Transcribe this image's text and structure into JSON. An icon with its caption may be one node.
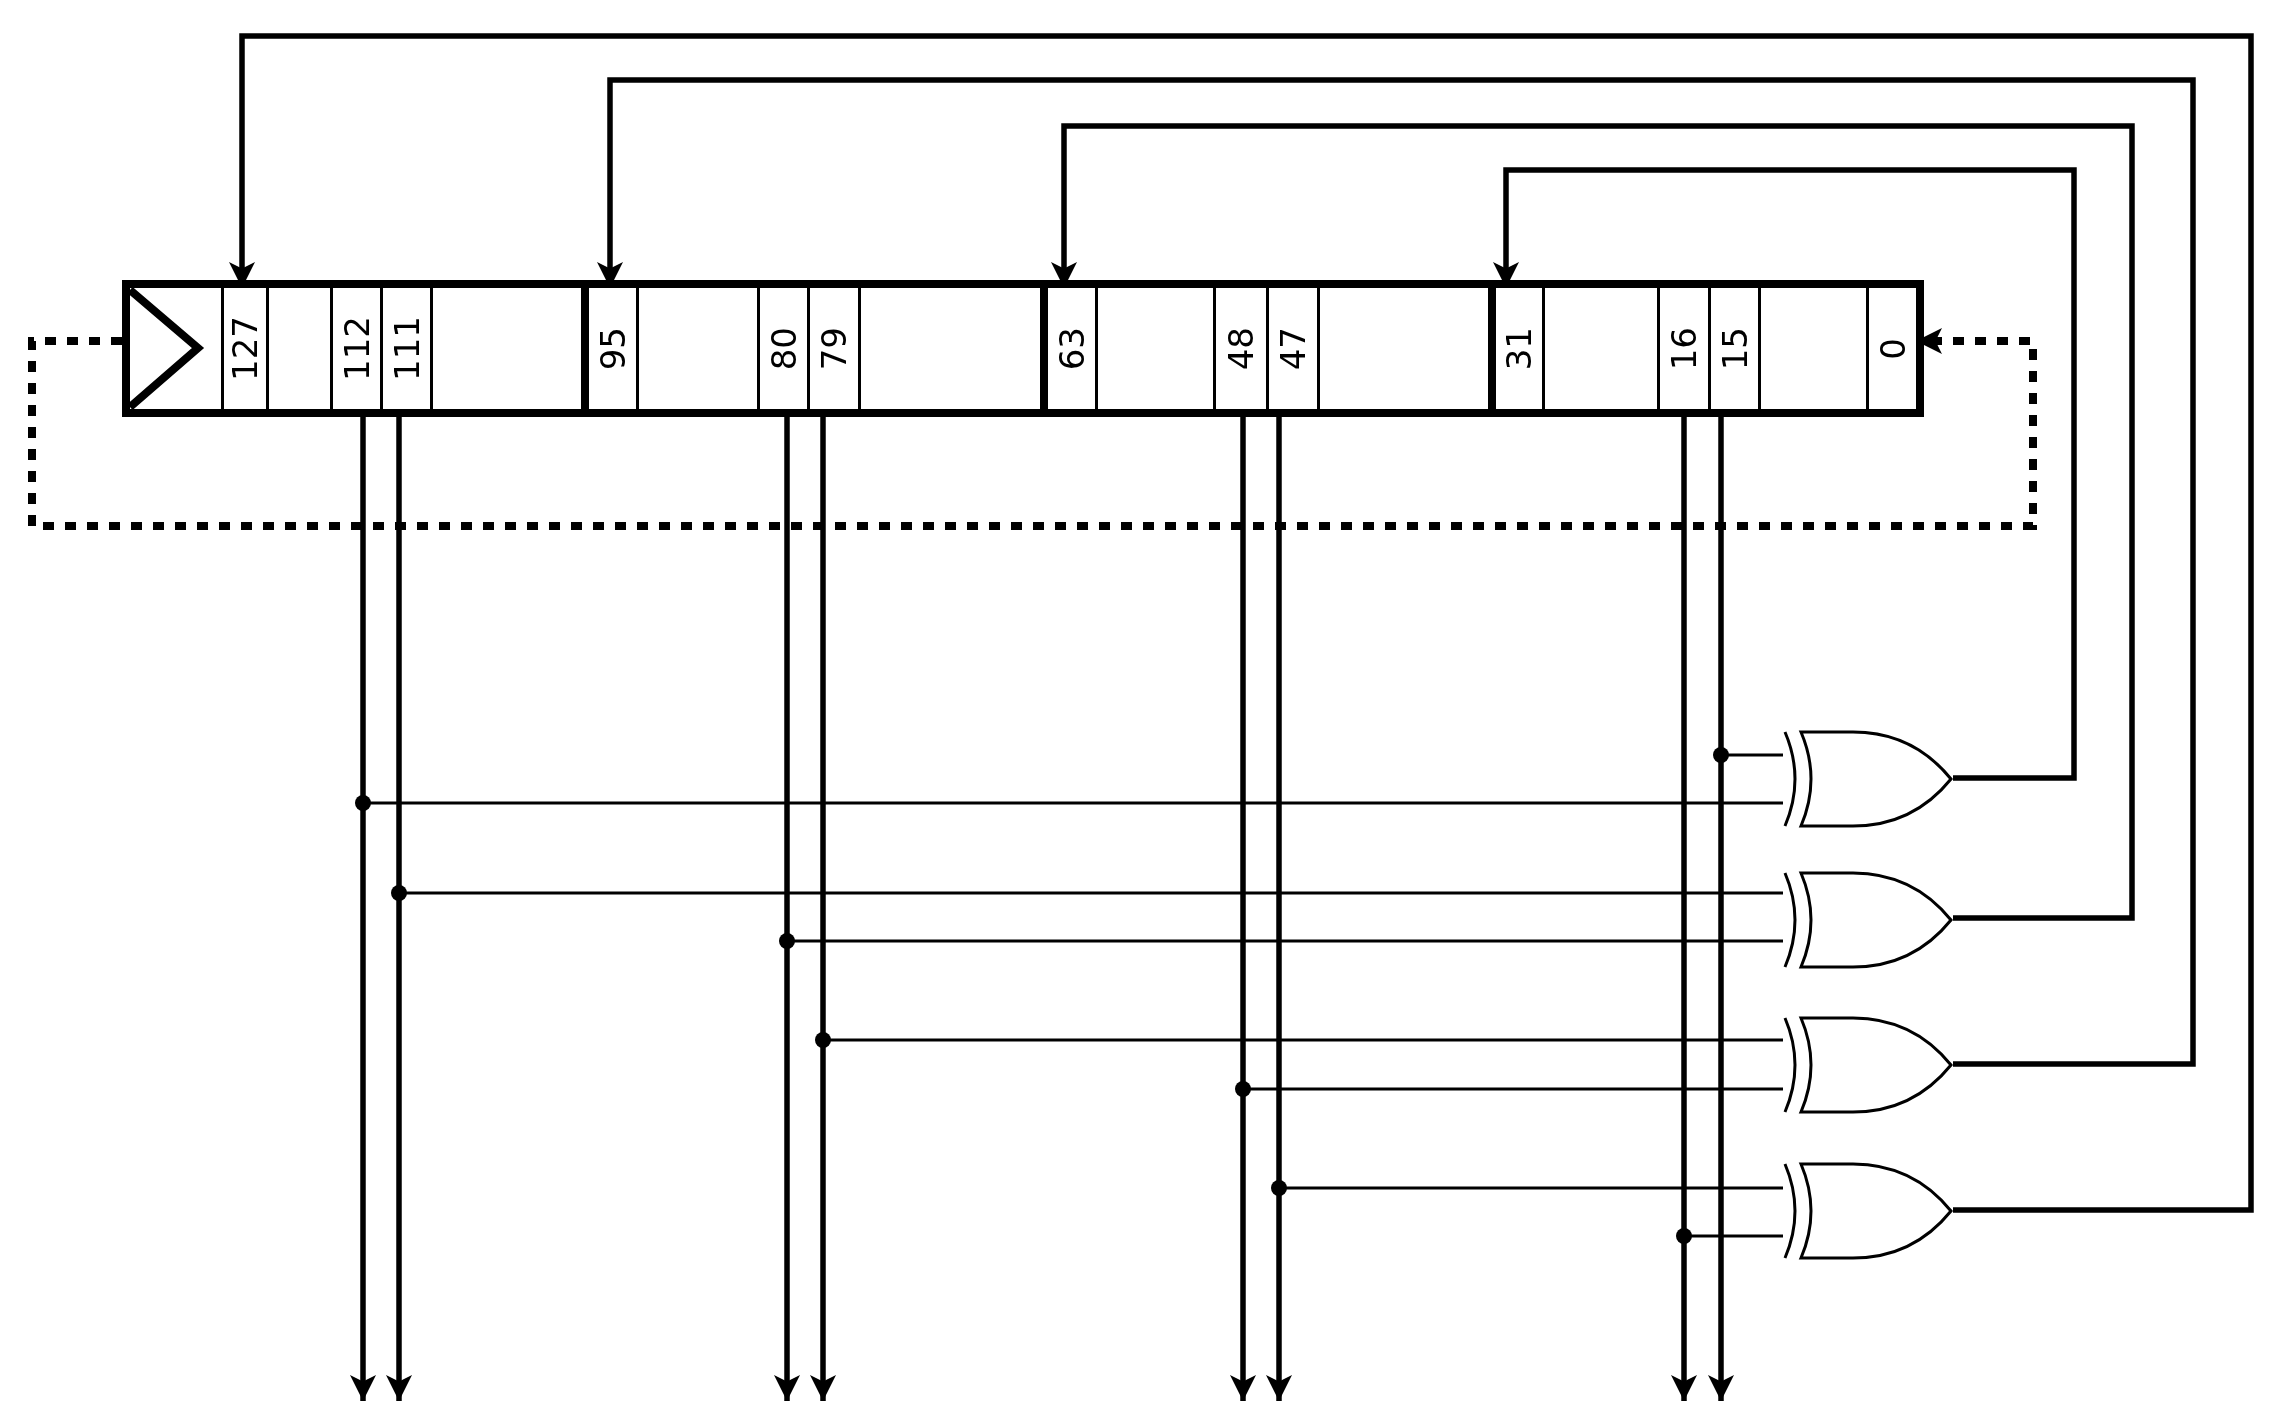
{
  "diagram": {
    "nodes": [
      {
        "text": [],
        "shape": "box"
      },
      {
        "text": [
          "127"
        ],
        "in": 0
      },
      {
        "text": [
          "112"
        ],
        "in": 0
      },
      {
        "text": [
          "111"
        ],
        "in": 0
      },
      {
        "text": [
          "95"
        ],
        "in": 0
      },
      {
        "text": [
          "80"
        ],
        "in": 0
      },
      {
        "text": [
          "79"
        ],
        "in": 0
      },
      {
        "text": [
          "63"
        ],
        "in": 0
      },
      {
        "text": [
          "48"
        ],
        "in": 0
      },
      {
        "text": [
          "47"
        ],
        "in": 0
      },
      {
        "text": [
          "31"
        ],
        "in": 0
      },
      {
        "text": [
          "16"
        ],
        "in": 0
      },
      {
        "text": [
          "15"
        ],
        "in": 0
      },
      {
        "text": [
          "0"
        ],
        "in": 0
      },
      {
        "text": [],
        "shape": "gate"
      },
      {
        "text": [],
        "shape": "gate"
      },
      {
        "text": [],
        "shape": "gate"
      },
      {
        "text": [],
        "shape": "gate"
      }
    ],
    "edges": [
      {
        "from": 14,
        "to": 10,
        "arrow": "to"
      },
      {
        "from": 15,
        "to": 7,
        "arrow": "to"
      },
      {
        "from": 16,
        "to": 4,
        "arrow": "to"
      },
      {
        "from": 17,
        "to": 1,
        "arrow": "to"
      },
      {
        "from": 2,
        "to": null,
        "arrow": "to"
      },
      {
        "from": 3,
        "to": null,
        "arrow": "to"
      },
      {
        "from": 5,
        "to": null,
        "arrow": "to"
      },
      {
        "from": 6,
        "to": null,
        "arrow": "to"
      },
      {
        "from": 8,
        "to": null,
        "arrow": "to"
      },
      {
        "from": 9,
        "to": null,
        "arrow": "to"
      },
      {
        "from": 11,
        "to": null,
        "arrow": "to"
      },
      {
        "from": 12,
        "to": null,
        "arrow": "to"
      },
      {
        "from": 12,
        "to": 14,
        "arrow": "none"
      },
      {
        "from": 2,
        "to": 14,
        "arrow": "none"
      },
      {
        "from": 3,
        "to": 15,
        "arrow": "none"
      },
      {
        "from": 5,
        "to": 15,
        "arrow": "none"
      },
      {
        "from": 6,
        "to": 16,
        "arrow": "none"
      },
      {
        "from": 8,
        "to": 16,
        "arrow": "none"
      },
      {
        "from": 9,
        "to": 17,
        "arrow": "none"
      },
      {
        "from": 11,
        "to": 17,
        "arrow": "none"
      },
      {
        "from": 0,
        "to": 13,
        "arrow": "to",
        "style": "dashed"
      }
    ]
  }
}
